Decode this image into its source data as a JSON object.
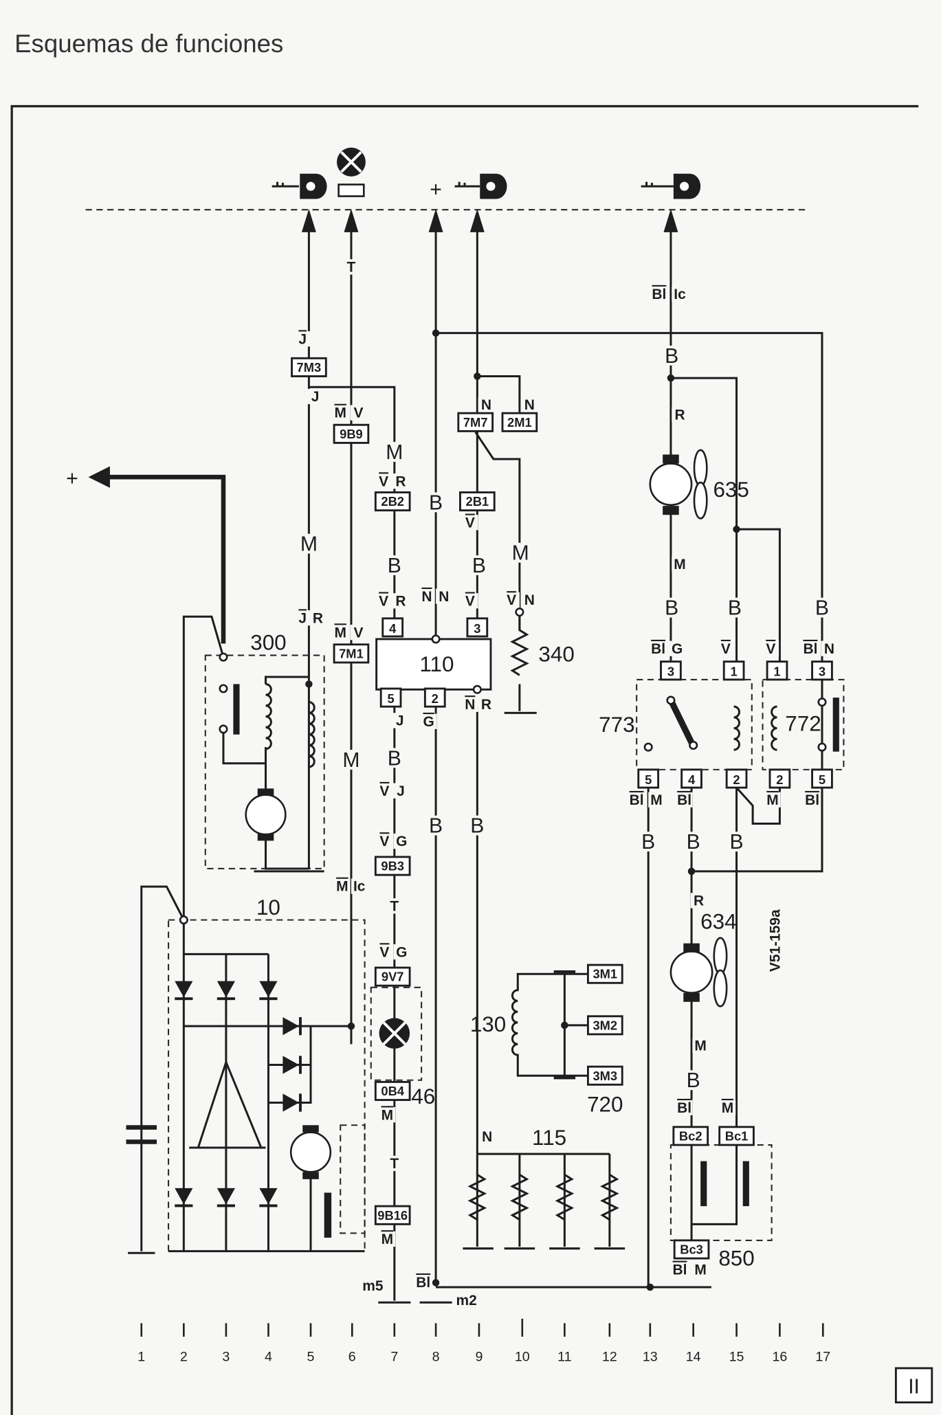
{
  "title": "Esquemas de funciones",
  "page_number": "II",
  "drawing_ref": "V51-159a",
  "plus": "+",
  "columns": [
    "1",
    "2",
    "3",
    "4",
    "5",
    "6",
    "7",
    "8",
    "9",
    "10",
    "11",
    "12",
    "13",
    "14",
    "15",
    "16",
    "17"
  ],
  "components": {
    "c300": "300",
    "c10": "10",
    "c110": "110",
    "c340": "340",
    "c635": "635",
    "c773": "773",
    "c772": "772",
    "c634": "634",
    "c130": "130",
    "c720": "720",
    "c115": "115",
    "c850": "850",
    "c46": "46"
  },
  "grounds": {
    "m5": "m5",
    "m2": "m2"
  },
  "connectors": [
    "7M3",
    "9B9",
    "7M1",
    "2B2",
    "2B1",
    "7M7",
    "2M1",
    "9B3",
    "9V7",
    "0B4",
    "9B16",
    "3M1",
    "3M2",
    "3M3",
    "Bc2",
    "Bc1",
    "Bc3"
  ],
  "pins": [
    "4",
    "3",
    "5",
    "2",
    "3",
    "1",
    "5",
    "4",
    "2",
    "1",
    "3",
    "2",
    "5"
  ],
  "wires": [
    "J",
    "J",
    "M",
    "J",
    "R",
    "M",
    "V",
    "T",
    "M",
    "V",
    "M",
    "M",
    "Ic",
    "M",
    "V",
    "R",
    "B",
    "V",
    "R",
    "J",
    "B",
    "V",
    "J",
    "V",
    "G",
    "T",
    "V",
    "G",
    "M",
    "T",
    "M",
    "B",
    "N",
    "N",
    "G",
    "B",
    "Bl",
    "N",
    "V",
    "B",
    "V",
    "N",
    "R",
    "B",
    "N",
    "N",
    "M",
    "V",
    "N",
    "Bl",
    "Ic",
    "B",
    "R",
    "M",
    "B",
    "Bl",
    "G",
    "Bl",
    "M",
    "Bl",
    "B",
    "B",
    "B",
    "R",
    "M",
    "B",
    "Bl",
    "M",
    "Bl",
    "M",
    "B",
    "V",
    "V",
    "Bl",
    "N",
    "B",
    "M",
    "Bl"
  ]
}
